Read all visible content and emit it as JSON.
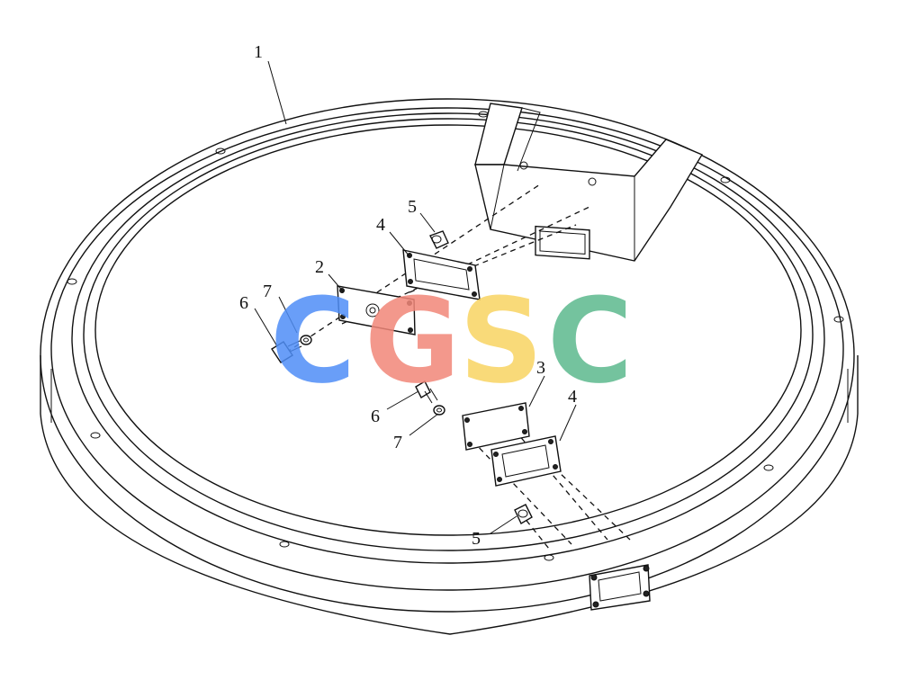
{
  "callouts": {
    "c1": "1",
    "c2": "2",
    "c3": "3",
    "c4a": "4",
    "c4b": "4",
    "c5a": "5",
    "c5b": "5",
    "c6a": "6",
    "c6b": "6",
    "c7a": "7",
    "c7b": "7"
  },
  "watermark": {
    "letters": [
      "C",
      "G",
      "S",
      "C"
    ],
    "colors": [
      "#4f8ef7",
      "#f28779",
      "#f9d462",
      "#5cb98e"
    ]
  }
}
